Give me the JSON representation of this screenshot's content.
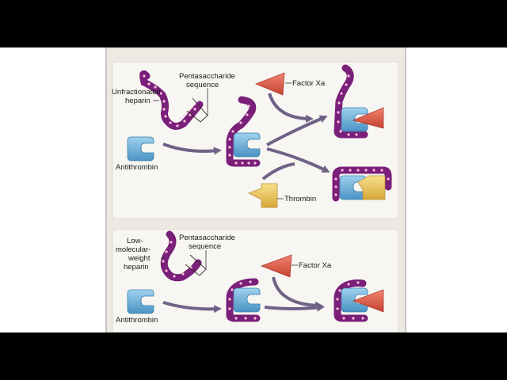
{
  "colors": {
    "backdrop": "#000000",
    "page": "#ffffff",
    "figure_bg": "#ede9e2",
    "panel_bg": "#f7f6f2",
    "heparin_chain": "#7a1f7a",
    "heparin_beads": "#f7c3d8",
    "antithrombin": "#6aaed6",
    "factor_xa": "#e0604c",
    "thrombin": "#ecc95a",
    "arrow": "#6e6386"
  },
  "top_panel": {
    "unfractionated_heparin_label": [
      "Unfractionated",
      "heparin"
    ],
    "pentasaccharide_label": [
      "Pentasaccharide",
      "sequence"
    ],
    "antithrombin_label": "Antithrombin",
    "factor_xa_label": "Factor Xa",
    "thrombin_label": "Thrombin"
  },
  "bottom_panel": {
    "lmwh_label": [
      "Low-",
      "molecular-",
      "weight",
      "heparin"
    ],
    "pentasaccharide_label": [
      "Pentasaccharide",
      "sequence"
    ],
    "antithrombin_label": "Antithrombin",
    "factor_xa_label": "Factor Xa"
  }
}
